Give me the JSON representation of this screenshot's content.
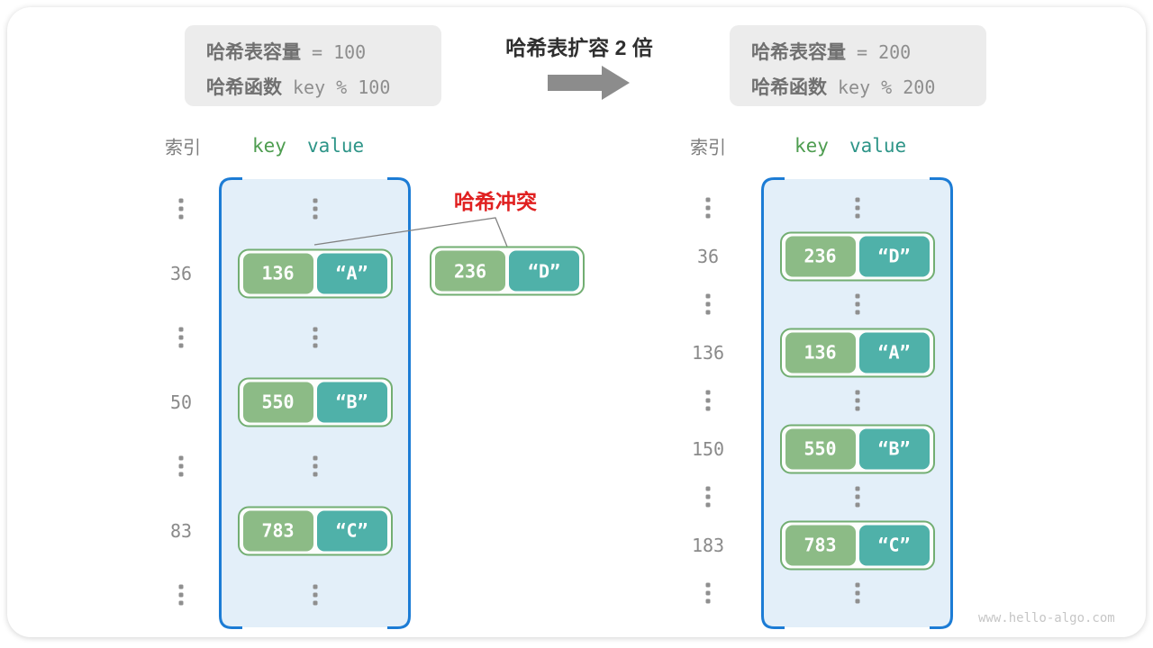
{
  "before_box": {
    "line1_label": "哈希表容量",
    "line1_value": "= 100",
    "line2_label": "哈希函数",
    "line2_value": "key % 100"
  },
  "after_box": {
    "line1_label": "哈希表容量",
    "line1_value": "= 200",
    "line2_label": "哈希函数",
    "line2_value": "key % 200"
  },
  "transition": {
    "title": "哈希表扩容 2 倍"
  },
  "conflict": {
    "label": "哈希冲突",
    "pair": {
      "key": "236",
      "value": "“D”"
    }
  },
  "colors": {
    "key_fill": "#8CBB86",
    "value_fill": "#4FB1A9",
    "pair_border": "#72AE72",
    "table_border": "#1C7CD5",
    "table_fill": "#E3EFF9",
    "conflict_red": "#E02020",
    "key_header": "#4E9D50",
    "value_header": "#2E9588"
  },
  "tables": [
    {
      "id": "before",
      "index_header": "索引",
      "key_header": "key",
      "value_header": "value",
      "rows": [
        {
          "type": "ellipsis"
        },
        {
          "type": "pair",
          "index": "36",
          "key": "136",
          "value": "“A”"
        },
        {
          "type": "ellipsis"
        },
        {
          "type": "pair",
          "index": "50",
          "key": "550",
          "value": "“B”"
        },
        {
          "type": "ellipsis"
        },
        {
          "type": "pair",
          "index": "83",
          "key": "783",
          "value": "“C”"
        },
        {
          "type": "ellipsis"
        }
      ]
    },
    {
      "id": "after",
      "index_header": "索引",
      "key_header": "key",
      "value_header": "value",
      "rows": [
        {
          "type": "ellipsis"
        },
        {
          "type": "pair",
          "index": "36",
          "key": "236",
          "value": "“D”"
        },
        {
          "type": "ellipsis"
        },
        {
          "type": "pair",
          "index": "136",
          "key": "136",
          "value": "“A”"
        },
        {
          "type": "ellipsis"
        },
        {
          "type": "pair",
          "index": "150",
          "key": "550",
          "value": "“B”"
        },
        {
          "type": "ellipsis"
        },
        {
          "type": "pair",
          "index": "183",
          "key": "783",
          "value": "“C”"
        },
        {
          "type": "ellipsis"
        }
      ]
    }
  ],
  "watermark": "www.hello-algo.com"
}
